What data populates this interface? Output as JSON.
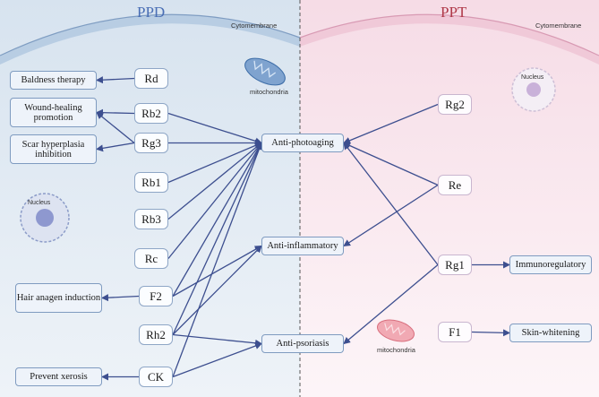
{
  "titles": {
    "ppd": "PPD",
    "ppt": "PPT"
  },
  "labels": {
    "cytomembrane_left": "Cytomembrane",
    "cytomembrane_right": "Cytomembrane",
    "mitochondria_top": "mitochondria",
    "mitochondria_bottom": "mitochondria",
    "nucleus_left": "Nucleus",
    "nucleus_right": "Nucleus"
  },
  "colors": {
    "ppd_title": "#4a6fb5",
    "ppt_title": "#b03a4a",
    "ppd_bg": "#e6eef6",
    "ppt_bg": "#fbeef3",
    "arrow": "#3d4f8f"
  },
  "ppd_compounds": [
    "Rd",
    "Rb2",
    "Rg3",
    "Rb1",
    "Rb3",
    "Rc",
    "F2",
    "Rh2",
    "CK"
  ],
  "ppt_compounds": [
    "Rg2",
    "Re",
    "Rg1",
    "F1"
  ],
  "ppd_effects": [
    "Baldness therapy",
    "Wound-healing promotion",
    "Scar hyperplasia inhibition",
    "Hair anagen induction",
    "Prevent xerosis"
  ],
  "central_effects": [
    "Anti-photoaging",
    "Anti-inflammatory",
    "Anti-psoriasis"
  ],
  "ppt_effects": [
    "Immunoregulatory",
    "Skin-whitening"
  ],
  "relations": [
    {
      "from": "Rd",
      "to": "Baldness therapy"
    },
    {
      "from": "Rb2",
      "to": "Wound-healing promotion"
    },
    {
      "from": "Rg3",
      "to": "Wound-healing promotion"
    },
    {
      "from": "Rg3",
      "to": "Scar hyperplasia inhibition"
    },
    {
      "from": "Rb2",
      "to": "Anti-photoaging"
    },
    {
      "from": "Rg3",
      "to": "Anti-photoaging"
    },
    {
      "from": "Rb1",
      "to": "Anti-photoaging"
    },
    {
      "from": "Rb3",
      "to": "Anti-photoaging"
    },
    {
      "from": "Rc",
      "to": "Anti-photoaging"
    },
    {
      "from": "F2",
      "to": "Anti-photoaging"
    },
    {
      "from": "Rh2",
      "to": "Anti-photoaging"
    },
    {
      "from": "CK",
      "to": "Anti-photoaging"
    },
    {
      "from": "F2",
      "to": "Hair anagen induction"
    },
    {
      "from": "F2",
      "to": "Anti-inflammatory"
    },
    {
      "from": "Rh2",
      "to": "Anti-inflammatory"
    },
    {
      "from": "Rh2",
      "to": "Anti-psoriasis"
    },
    {
      "from": "CK",
      "to": "Anti-psoriasis"
    },
    {
      "from": "CK",
      "to": "Prevent xerosis"
    },
    {
      "from": "Rg2",
      "to": "Anti-photoaging"
    },
    {
      "from": "Re",
      "to": "Anti-photoaging"
    },
    {
      "from": "Re",
      "to": "Anti-inflammatory"
    },
    {
      "from": "Rg1",
      "to": "Anti-photoaging"
    },
    {
      "from": "Rg1",
      "to": "Anti-psoriasis"
    },
    {
      "from": "Rg1",
      "to": "Immunoregulatory"
    },
    {
      "from": "F1",
      "to": "Skin-whitening"
    }
  ]
}
